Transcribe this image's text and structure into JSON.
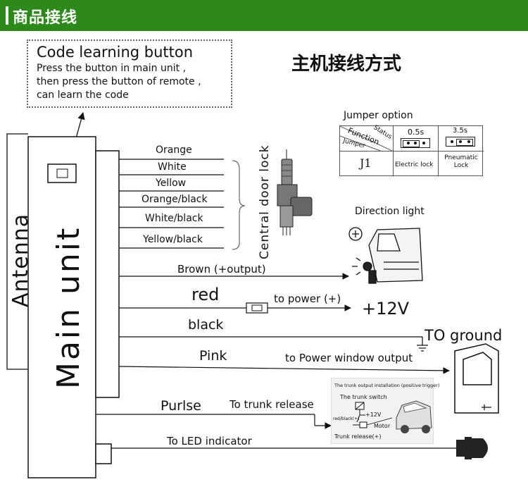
{
  "header": {
    "title": "商品接线"
  },
  "callout": {
    "heading": "Code learning button",
    "line1": "Press the button in main unit ,",
    "line2": "then press the button of remote ,",
    "line3": "can learn the code"
  },
  "diagram_title": "主机接线方式",
  "antenna_label": "Antenna",
  "main_unit_label": "Main unit",
  "door_lock": {
    "label": "Central door lock",
    "wires": [
      "Orange",
      "White",
      "Yellow",
      "Orange/black",
      "White/black",
      "Yellow/black"
    ]
  },
  "jumper": {
    "title": "Jumper option",
    "header_function": "Function",
    "header_status": "Status",
    "header_jumper": "Jumper",
    "row_label": "J1",
    "opt1_time": "0.5s",
    "opt1_label": "Electric lock",
    "opt2_time": "3.5s",
    "opt2_label": "Pneumatic Lock"
  },
  "direction_light": {
    "label": "Direction light",
    "symbol": "+"
  },
  "wires": {
    "brown": "Brown (+output)",
    "red": "red",
    "red_to": "to power (+)",
    "voltage": "+12V",
    "black": "black",
    "ground": "TO ground",
    "pink": "Pink",
    "pink_to": "to Power window output",
    "purlse": "Purlse",
    "purlse_to": "To trunk release",
    "led_to": "To LED indicator"
  },
  "trunk_inset": {
    "title": "The trunk output installation (positive trigger)",
    "switch": "The trunk switch",
    "red_black": "red/black(+)",
    "v12": "+12V",
    "motor": "Motor",
    "release": "Trunk release(+)"
  },
  "colors": {
    "header_green": "#2d8a1a",
    "line": "#111111"
  }
}
